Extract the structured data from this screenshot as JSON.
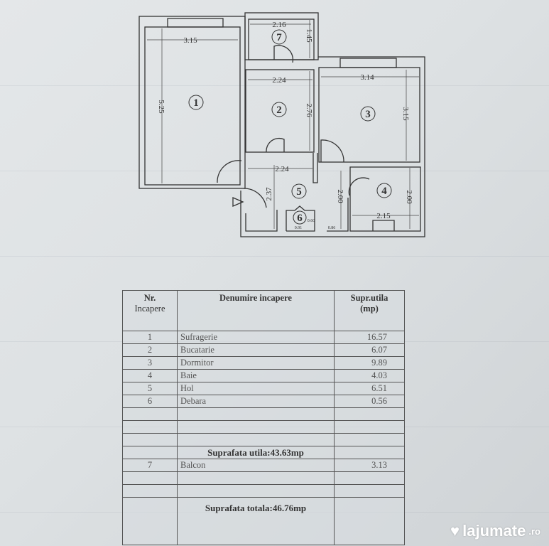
{
  "plan": {
    "rooms": [
      {
        "nr": "1",
        "dims": [
          "3.15",
          "5.25"
        ]
      },
      {
        "nr": "2",
        "dims": [
          "2.24",
          "2.76"
        ]
      },
      {
        "nr": "3",
        "dims": [
          "3.14",
          "3.15"
        ]
      },
      {
        "nr": "4",
        "dims": [
          "2.15",
          "2.00"
        ]
      },
      {
        "nr": "5",
        "dims": [
          "2.24",
          "2.37",
          "2.00"
        ]
      },
      {
        "nr": "6",
        "dims": [
          "0.91",
          "0.60",
          "0.86"
        ]
      },
      {
        "nr": "7",
        "dims": [
          "2.16",
          "1.45"
        ]
      }
    ]
  },
  "table": {
    "headers": {
      "nr": "Nr.",
      "nr2": "Incapere",
      "name": "Denumire incapere",
      "area": "Supr.utila",
      "area2": "(mp)"
    },
    "rows": [
      {
        "nr": "1",
        "name": "Sufragerie",
        "area": "16.57"
      },
      {
        "nr": "2",
        "name": "Bucatarie",
        "area": "6.07"
      },
      {
        "nr": "3",
        "name": "Dormitor",
        "area": "9.89"
      },
      {
        "nr": "4",
        "name": "Baie",
        "area": "4.03"
      },
      {
        "nr": "5",
        "name": "Hol",
        "area": "6.51"
      },
      {
        "nr": "6",
        "name": "Debara",
        "area": "0.56"
      }
    ],
    "useful_total": "Suprafata utila:43.63mp",
    "balcony": {
      "nr": "7",
      "name": "Balcon",
      "area": "3.13"
    },
    "grand_total": "Suprafata totala:46.76mp"
  },
  "watermark": {
    "brand": "lajumate",
    "tld": ".ro"
  }
}
